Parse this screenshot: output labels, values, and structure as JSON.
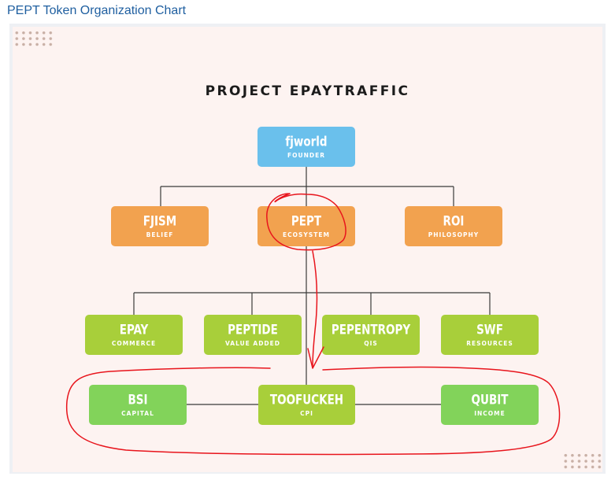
{
  "header": {
    "title": "PEPT Token Organization Chart"
  },
  "chart": {
    "title": "PROJECT EPAYTRAFFIC",
    "nodes": {
      "root": {
        "label": "fjworld",
        "sub": "FOUNDER"
      },
      "fjism": {
        "label": "FJISM",
        "sub": "BELIEF"
      },
      "pept": {
        "label": "PEPT",
        "sub": "ECOSYSTEM"
      },
      "roi": {
        "label": "ROI",
        "sub": "PHILOSOPHY"
      },
      "epay": {
        "label": "EPAY",
        "sub": "COMMERCE"
      },
      "peptide": {
        "label": "PEPTIDE",
        "sub": "VALUE ADDED"
      },
      "pepentropy": {
        "label": "PEPENTROPY",
        "sub": "QIS"
      },
      "swf": {
        "label": "SWF",
        "sub": "RESOURCES"
      },
      "bsi": {
        "label": "BSI",
        "sub": "CAPITAL"
      },
      "toofuckeh": {
        "label": "TOOFUCKEH",
        "sub": "CPI"
      },
      "qubit": {
        "label": "QUBIT",
        "sub": "INCOME"
      }
    }
  },
  "colors": {
    "founder": "#6ac0ec",
    "tier1": "#f2a24f",
    "tier2": "#a8cf3a",
    "tier3": "#82d35a",
    "annotation": "#e8141c",
    "connector": "#333333"
  }
}
